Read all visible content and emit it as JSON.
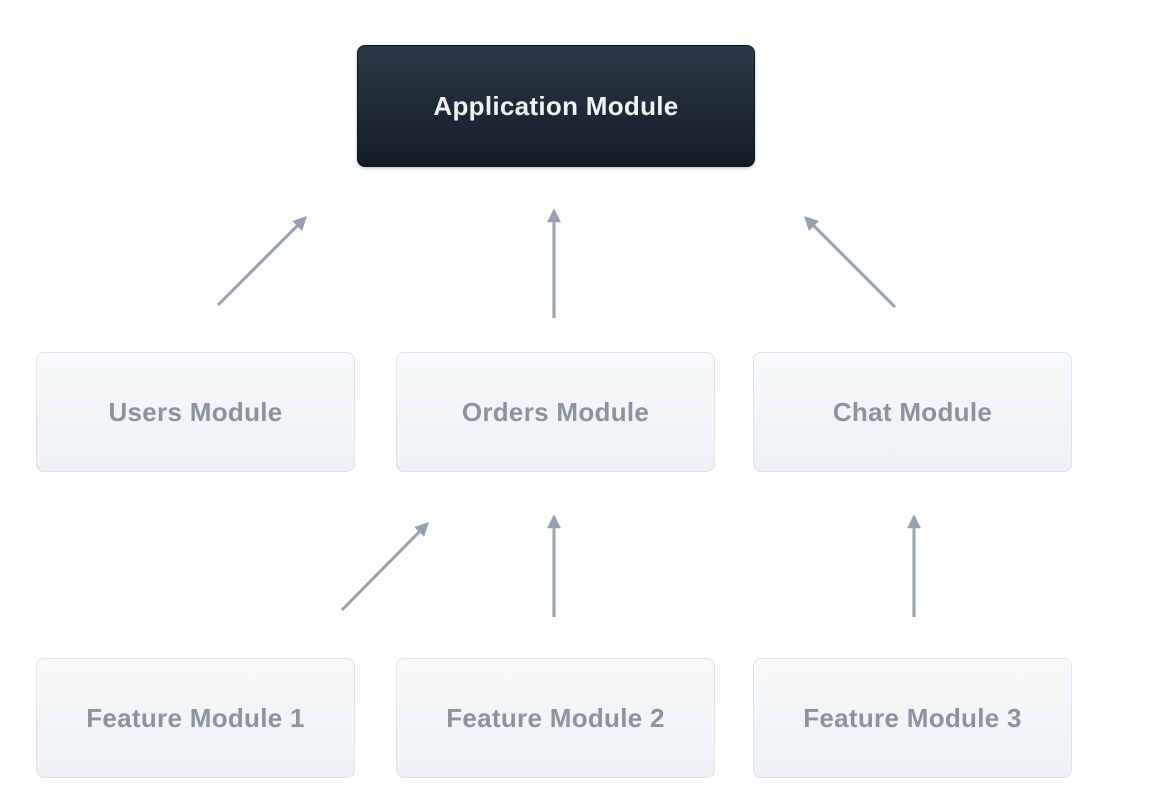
{
  "diagram": {
    "nodes": [
      {
        "id": "application",
        "label": "Application Module",
        "role": "root"
      },
      {
        "id": "users",
        "label": "Users Module",
        "role": "module"
      },
      {
        "id": "orders",
        "label": "Orders Module",
        "role": "module"
      },
      {
        "id": "chat",
        "label": "Chat Module",
        "role": "module"
      },
      {
        "id": "feature1",
        "label": "Feature Module 1",
        "role": "module"
      },
      {
        "id": "feature2",
        "label": "Feature Module 2",
        "role": "module"
      },
      {
        "id": "feature3",
        "label": "Feature Module 3",
        "role": "module"
      }
    ],
    "edges": [
      {
        "from": "users",
        "to": "application"
      },
      {
        "from": "orders",
        "to": "application"
      },
      {
        "from": "chat",
        "to": "application"
      },
      {
        "from": "feature1",
        "to": "orders"
      },
      {
        "from": "feature2",
        "to": "orders"
      },
      {
        "from": "feature3",
        "to": "chat"
      }
    ],
    "colors": {
      "background": "#ffffff",
      "root_bg_top": "#2b3946",
      "root_bg_bottom": "#131c26",
      "root_text": "#f0f3f6",
      "module_bg_top": "#f7f9fa",
      "module_bg_bottom": "#edf0f3",
      "module_border": "#dde3e9",
      "module_text": "#8a94a0",
      "arrow": "#97a2ae"
    }
  }
}
